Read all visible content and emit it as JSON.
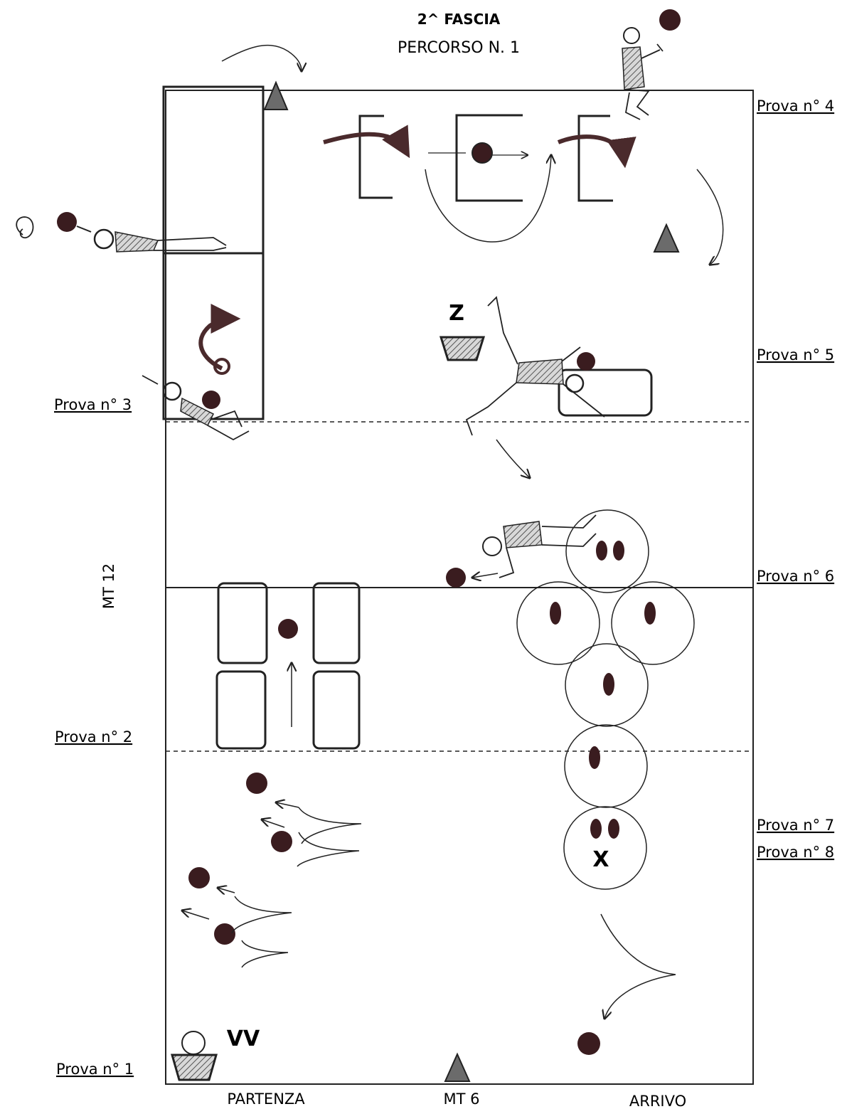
{
  "header": {
    "title": "2^ FASCIA",
    "subtitle": "PERCORSO N. 1"
  },
  "labels": {
    "prova_1": "Prova n° 1",
    "prova_2": "Prova n° 2",
    "prova_3": "Prova n° 3",
    "prova_4": "Prova n° 4",
    "prova_5": "Prova n° 5",
    "prova_6": "Prova n° 6",
    "prova_7": "Prova n° 7",
    "prova_8": "Prova n° 8",
    "side_length": "MT 12",
    "width": "MT 6",
    "start": "PARTENZA",
    "finish": "ARRIVO",
    "z_station": "Z",
    "w_station": "VV",
    "x_station": "X"
  },
  "colors": {
    "ink": "#222222",
    "ball": "#3a1c1f",
    "arrow": "#4a2a2c",
    "cone": "#6b6b6b",
    "hatch": "#999999"
  },
  "icons": [
    "ball-icon",
    "cone-icon",
    "basket-icon",
    "hoop-icon",
    "mat-icon",
    "gate-icon",
    "child-figure-icon"
  ]
}
